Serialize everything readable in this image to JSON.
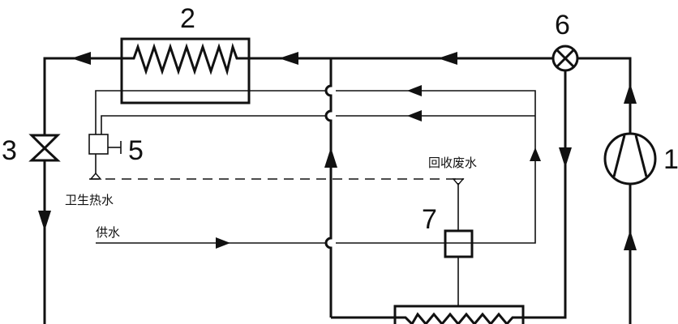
{
  "labels": {
    "n1": "1",
    "n2": "2",
    "n3": "3",
    "n5": "5",
    "n6": "6",
    "n7": "7"
  },
  "text": {
    "hot_water": "卫生热水",
    "supply_water": "供水",
    "waste_water": "回收废水"
  }
}
